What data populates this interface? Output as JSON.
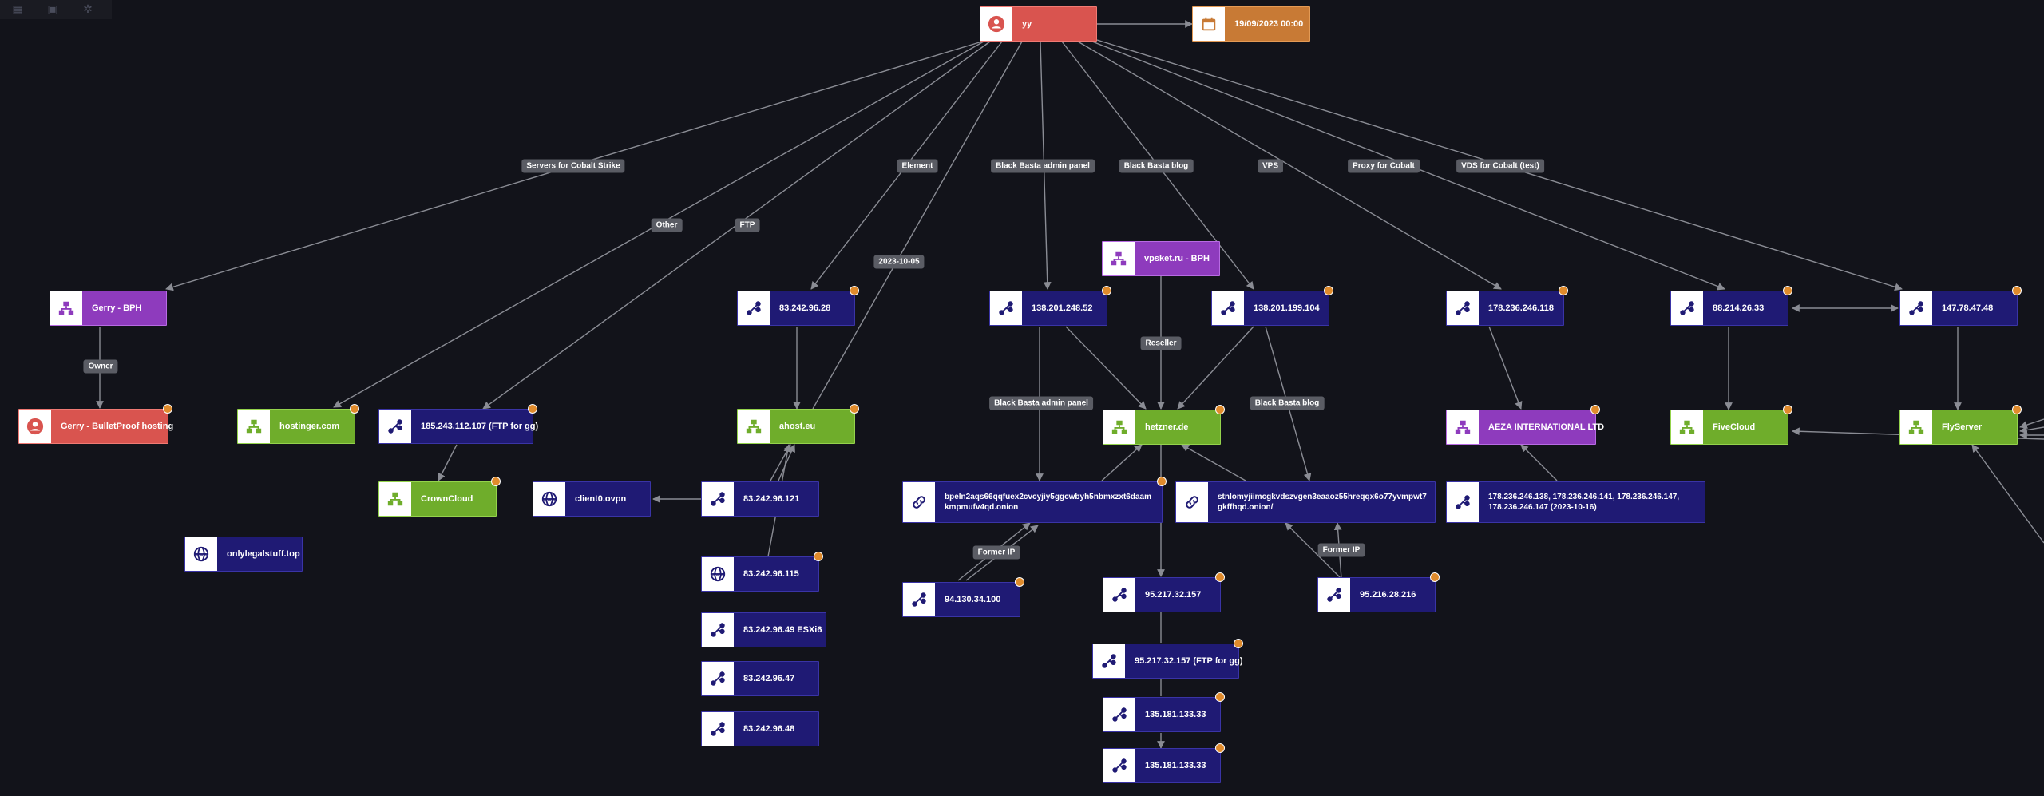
{
  "toolbar": {
    "items": [
      "layout-icon",
      "image-icon",
      "settings-icon"
    ]
  },
  "colors": {
    "red": "#d9544f",
    "orange": "#c87a35",
    "purple": "#8e3bbd",
    "green": "#6fad2b",
    "navy": "#1f1a74",
    "edge": "#8a8c94",
    "background": "#12131a"
  },
  "nodes": {
    "yy": "yy",
    "date": "19/09/2023 00:00",
    "gerry_bph": "Gerry - BPH",
    "gerry_bp": "Gerry - BulletProof hosting",
    "hostinger": "hostinger.com",
    "ip_185": "185.243.112.107 (FTP for gg)",
    "crowncloud": "CrownCloud",
    "client0": "client0.ovpn",
    "onlylegal": "onlylegalstuff.top",
    "ip_83_28": "83.242.96.28",
    "ahost": "ahost.eu",
    "ip_83_121": "83.242.96.121",
    "ip_83_115": "83.242.96.115",
    "ip_83_49": "83.242.96.49 ESXi6",
    "ip_83_47": "83.242.96.47",
    "ip_83_48": "83.242.96.48",
    "vpsket": "vpsket.ru - BPH",
    "ip_138_52": "138.201.248.52",
    "ip_138_104": "138.201.199.104",
    "hetzner": "hetzner.de",
    "onion1": "bpeln2aqs66qqfuex2cvcyjiy5ggcwbyh5nbmxzxt6daamkmpmufv4qd.onion",
    "onion2": "stnlomyjiimcgkvdszvgen3eaaoz55hreqqx6o77yvmpwt7gkffhqd.onion/",
    "ip_94": "94.130.34.100",
    "ip_95_157": "95.217.32.157",
    "ip_95_157ftp": "95.217.32.157 (FTP for gg)",
    "ip_135a": "135.181.133.33",
    "ip_135b": "135.181.133.33",
    "ip_95_216": "95.216.28.216",
    "ip_178_118": "178.236.246.118",
    "aeza": "AEZA INTERNATIONAL LTD",
    "ip_178_multi": "178.236.246.138, 178.236.246.141, 178.236.246.147, 178.236.246.147 (2023-10-16)",
    "ip_88": "88.214.26.33",
    "fivecloud": "FiveCloud",
    "ip_147": "147.78.47.48",
    "flyserver": "FlyServer"
  },
  "edge_labels": {
    "servers": "Servers for Cobalt Strike",
    "element": "Element",
    "bb_admin": "Black Basta admin panel",
    "bb_blog": "Black Basta blog",
    "vps": "VPS",
    "proxy": "Proxy for Cobalt",
    "vds": "VDS for Cobalt (test)",
    "other": "Other",
    "ftp": "FTP",
    "date": "2023-10-05",
    "owner": "Owner",
    "reseller": "Reseller",
    "bb_admin2": "Black Basta admin panel",
    "bb_blog2": "Black Basta blog",
    "former1": "Former IP",
    "former2": "Former IP"
  }
}
